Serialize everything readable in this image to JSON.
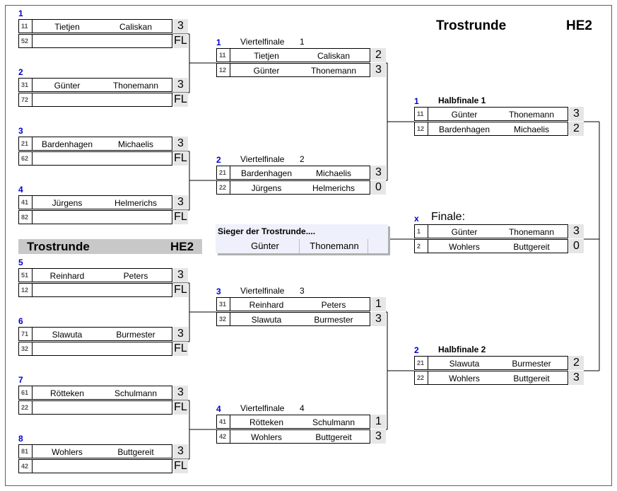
{
  "header": {
    "title": "Trostrunde",
    "code": "HE2"
  },
  "band": {
    "title": "Trostrunde",
    "code": "HE2"
  },
  "winner": {
    "title": "Sieger der Trostrunde....",
    "first": "Günter",
    "last": "Thonemann"
  },
  "round1": [
    {
      "number": "1",
      "rows": [
        {
          "seed": "11",
          "first": "Tietjen",
          "last": "Caliskan",
          "score": "3"
        },
        {
          "seed": "52",
          "first": "",
          "last": "",
          "score": "FL"
        }
      ]
    },
    {
      "number": "2",
      "rows": [
        {
          "seed": "31",
          "first": "Günter",
          "last": "Thonemann",
          "score": "3"
        },
        {
          "seed": "72",
          "first": "",
          "last": "",
          "score": "FL"
        }
      ]
    },
    {
      "number": "3",
      "rows": [
        {
          "seed": "21",
          "first": "Bardenhagen",
          "last": "Michaelis",
          "score": "3"
        },
        {
          "seed": "62",
          "first": "",
          "last": "",
          "score": "FL"
        }
      ]
    },
    {
      "number": "4",
      "rows": [
        {
          "seed": "41",
          "first": "Jürgens",
          "last": "Helmerichs",
          "score": "3"
        },
        {
          "seed": "82",
          "first": "",
          "last": "",
          "score": "FL"
        }
      ]
    },
    {
      "number": "5",
      "rows": [
        {
          "seed": "51",
          "first": "Reinhard",
          "last": "Peters",
          "score": "3"
        },
        {
          "seed": "12",
          "first": "",
          "last": "",
          "score": "FL"
        }
      ]
    },
    {
      "number": "6",
      "rows": [
        {
          "seed": "71",
          "first": "Slawuta",
          "last": "Burmester",
          "score": "3"
        },
        {
          "seed": "32",
          "first": "",
          "last": "",
          "score": "FL"
        }
      ]
    },
    {
      "number": "7",
      "rows": [
        {
          "seed": "61",
          "first": "Rötteken",
          "last": "Schulmann",
          "score": "3"
        },
        {
          "seed": "22",
          "first": "",
          "last": "",
          "score": "FL"
        }
      ]
    },
    {
      "number": "8",
      "rows": [
        {
          "seed": "81",
          "first": "Wohlers",
          "last": "Buttgereit",
          "score": "3"
        },
        {
          "seed": "42",
          "first": "",
          "last": "",
          "score": "FL"
        }
      ]
    }
  ],
  "quarterfinals": [
    {
      "number": "1",
      "label": "Viertelfinale",
      "index": "1",
      "rows": [
        {
          "seed": "11",
          "first": "Tietjen",
          "last": "Caliskan",
          "score": "2"
        },
        {
          "seed": "12",
          "first": "Günter",
          "last": "Thonemann",
          "score": "3"
        }
      ]
    },
    {
      "number": "2",
      "label": "Viertelfinale",
      "index": "2",
      "rows": [
        {
          "seed": "21",
          "first": "Bardenhagen",
          "last": "Michaelis",
          "score": "3"
        },
        {
          "seed": "22",
          "first": "Jürgens",
          "last": "Helmerichs",
          "score": "0"
        }
      ]
    },
    {
      "number": "3",
      "label": "Viertelfinale",
      "index": "3",
      "rows": [
        {
          "seed": "31",
          "first": "Reinhard",
          "last": "Peters",
          "score": "1"
        },
        {
          "seed": "32",
          "first": "Slawuta",
          "last": "Burmester",
          "score": "3"
        }
      ]
    },
    {
      "number": "4",
      "label": "Viertelfinale",
      "index": "4",
      "rows": [
        {
          "seed": "41",
          "first": "Rötteken",
          "last": "Schulmann",
          "score": "1"
        },
        {
          "seed": "42",
          "first": "Wohlers",
          "last": "Buttgereit",
          "score": "3"
        }
      ]
    }
  ],
  "semifinals": [
    {
      "number": "1",
      "label": "Halbfinale 1",
      "rows": [
        {
          "seed": "11",
          "first": "Günter",
          "last": "Thonemann",
          "score": "3"
        },
        {
          "seed": "12",
          "first": "Bardenhagen",
          "last": "Michaelis",
          "score": "2"
        }
      ]
    },
    {
      "number": "2",
      "label": "Halbfinale 2",
      "rows": [
        {
          "seed": "21",
          "first": "Slawuta",
          "last": "Burmester",
          "score": "2"
        },
        {
          "seed": "22",
          "first": "Wohlers",
          "last": "Buttgereit",
          "score": "3"
        }
      ]
    }
  ],
  "final": {
    "number": "x",
    "label": "Finale:",
    "rows": [
      {
        "seed": "1",
        "first": "Günter",
        "last": "Thonemann",
        "score": "3"
      },
      {
        "seed": "2",
        "first": "Wohlers",
        "last": "Buttgereit",
        "score": "0"
      }
    ]
  }
}
